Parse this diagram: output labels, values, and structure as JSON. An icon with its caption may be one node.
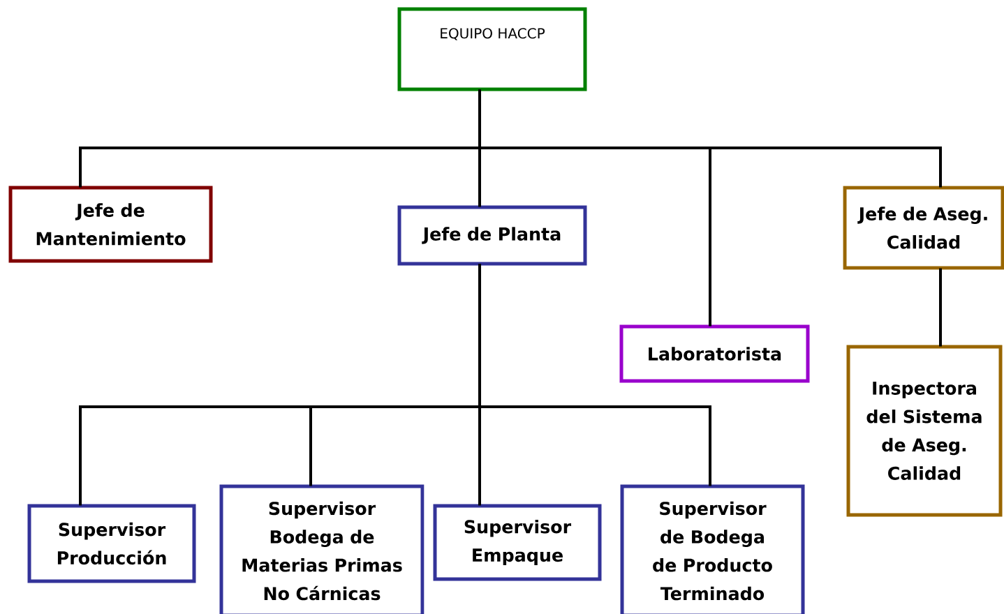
{
  "diagram": {
    "nodes": [
      {
        "text": [
          "EQUIPO HACCP"
        ]
      },
      {
        "text": [
          "Jefe de Mantenimiento"
        ]
      },
      {
        "text": [
          "Jefe de Planta"
        ]
      },
      {
        "text": [
          "Laboratorista"
        ]
      },
      {
        "text": [
          "Jefe de Aseg. Calidad"
        ]
      },
      {
        "text": [
          "Inspectora del Sistema de Aseg. Calidad"
        ]
      },
      {
        "text": [
          "Supervisor Producción"
        ]
      },
      {
        "text": [
          "Supervisor Bodega de Materias Primas No Cárnicas"
        ]
      },
      {
        "text": [
          "Supervisor Empaque"
        ]
      },
      {
        "text": [
          "Supervisor de Bodega de Producto Terminado"
        ]
      }
    ],
    "edges": [
      {
        "from": 0,
        "to": 1,
        "arrow": "none"
      },
      {
        "from": 0,
        "to": 2,
        "arrow": "none"
      },
      {
        "from": 0,
        "to": 3,
        "arrow": "none"
      },
      {
        "from": 0,
        "to": 4,
        "arrow": "none"
      },
      {
        "from": 4,
        "to": 5,
        "arrow": "none"
      },
      {
        "from": 2,
        "to": 6,
        "arrow": "none"
      },
      {
        "from": 2,
        "to": 7,
        "arrow": "none"
      },
      {
        "from": 2,
        "to": 8,
        "arrow": "none"
      },
      {
        "from": 2,
        "to": 9,
        "arrow": "none"
      }
    ]
  }
}
